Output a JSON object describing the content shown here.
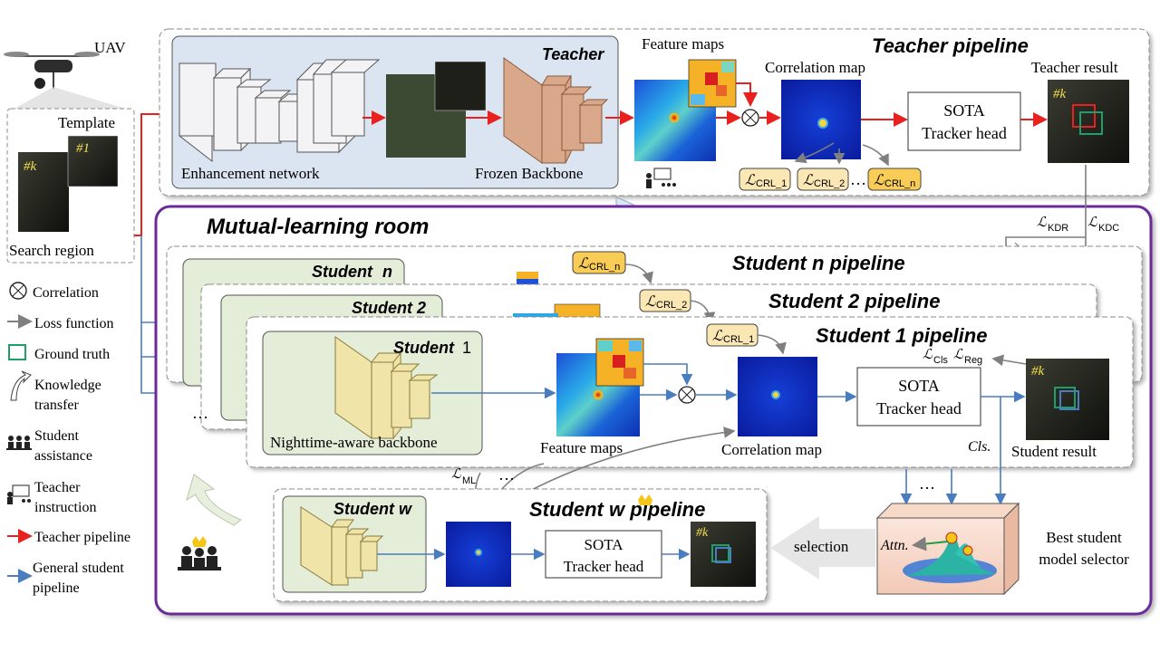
{
  "legend": {
    "uav": "UAV",
    "template": "Template",
    "search_region": "Search region",
    "tag_k": "#k",
    "tag_1": "#1",
    "correlation": "Correlation",
    "loss_function": "Loss function",
    "ground_truth": "Ground truth",
    "knowledge_transfer_1": "Knowledge",
    "knowledge_transfer_2": "transfer",
    "student_assistance_1": "Student",
    "student_assistance_2": "assistance",
    "teacher_instruction_1": "Teacher",
    "teacher_instruction_2": "instruction",
    "teacher_pipeline": "Teacher pipeline",
    "general_student_1": "General student",
    "general_student_2": "pipeline"
  },
  "teacher": {
    "title": "Teacher pipeline",
    "box_label": "Teacher",
    "enhancement": "Enhancement  network",
    "frozen_backbone": "Frozen Backbone",
    "feature_maps": "Feature maps",
    "correlation_map": "Correlation map",
    "head_1": "SOTA",
    "head_2": "Tracker head",
    "result": "Teacher result",
    "result_tag": "#k",
    "crl_1": "CRL_1",
    "crl_2": "CRL_2",
    "crl_n": "CRL_n",
    "ellipsis": "…"
  },
  "room": {
    "title": "Mutual-learning room",
    "l_kdr": "KDR",
    "l_kdc": "KDC",
    "ellipsis": "…"
  },
  "student_n": {
    "title": "Student n pipeline",
    "label": "Student",
    "var": "n",
    "crl": "CRL_n"
  },
  "student_2": {
    "title": "Student 2 pipeline",
    "label": "Student 2",
    "crl": "CRL_2"
  },
  "student_1": {
    "title": "Student 1 pipeline",
    "label": "Student",
    "num": "1",
    "backbone": "Nighttime-aware  backbone",
    "feature_maps": "Feature maps",
    "correlation_map": "Correlation map",
    "head_1": "SOTA",
    "head_2": "Tracker head",
    "result": "Student result",
    "result_tag": "#k",
    "crl": "CRL_1",
    "l_cls": "Cls",
    "l_reg": "Reg",
    "cls_label": "Cls."
  },
  "student_w": {
    "title": "Student w pipeline",
    "label": "Student w",
    "head_1": "SOTA",
    "head_2": "Tracker  head",
    "result_tag": "#k",
    "l_ml": "ML",
    "ellipsis": "…"
  },
  "selector": {
    "label_1": "Best student",
    "label_2": "model selector",
    "attn": "Attn.",
    "selection": "selection",
    "ellipsis": "…"
  },
  "colors": {
    "teacher_red": "#e8211f",
    "student_blue": "#4a7cc0",
    "purple": "#6a2c9a",
    "loss_yellow": "#f8cc55",
    "loss_light": "#fbe7b3",
    "ground_truth": "#1f9e6a",
    "student_green": "#e3edd8",
    "teacher_blue": "#dbe5f1",
    "backbone_yellow": "#f0e4a8",
    "backbone_tan": "#d9a88a"
  }
}
